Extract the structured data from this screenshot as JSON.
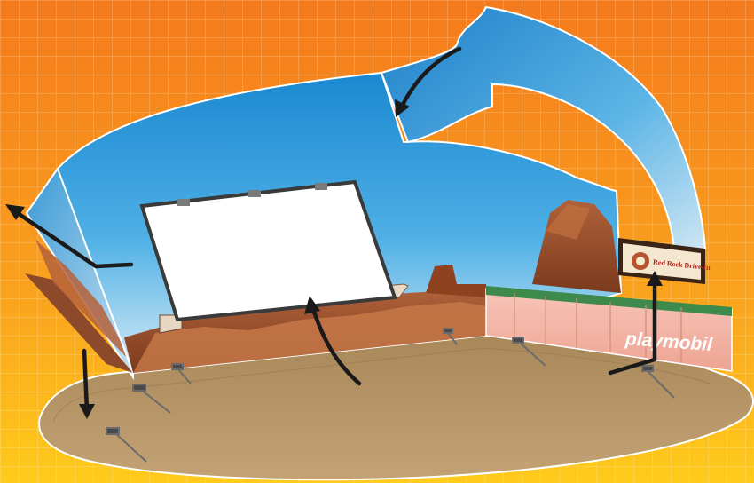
{
  "brand": {
    "wordmark": "playmobil",
    "color": "#ffffff"
  },
  "sign": {
    "text": "Red Rock Drive-In"
  },
  "arrows": [
    {
      "name": "arrow-top-join",
      "direction": "down-left"
    },
    {
      "name": "arrow-left-fold",
      "direction": "up-left"
    },
    {
      "name": "arrow-left-down",
      "direction": "down"
    },
    {
      "name": "arrow-screen-up",
      "direction": "up"
    },
    {
      "name": "arrow-sign-up",
      "direction": "up"
    }
  ],
  "colors": {
    "background_top": "#f58a1f",
    "background_bottom": "#ffc21a",
    "sky_top": "#1e8fd4",
    "sky_bottom": "#cfe8f5",
    "ground": "#b8996a",
    "screen": "#ffffff",
    "rock": "#a0522d"
  }
}
